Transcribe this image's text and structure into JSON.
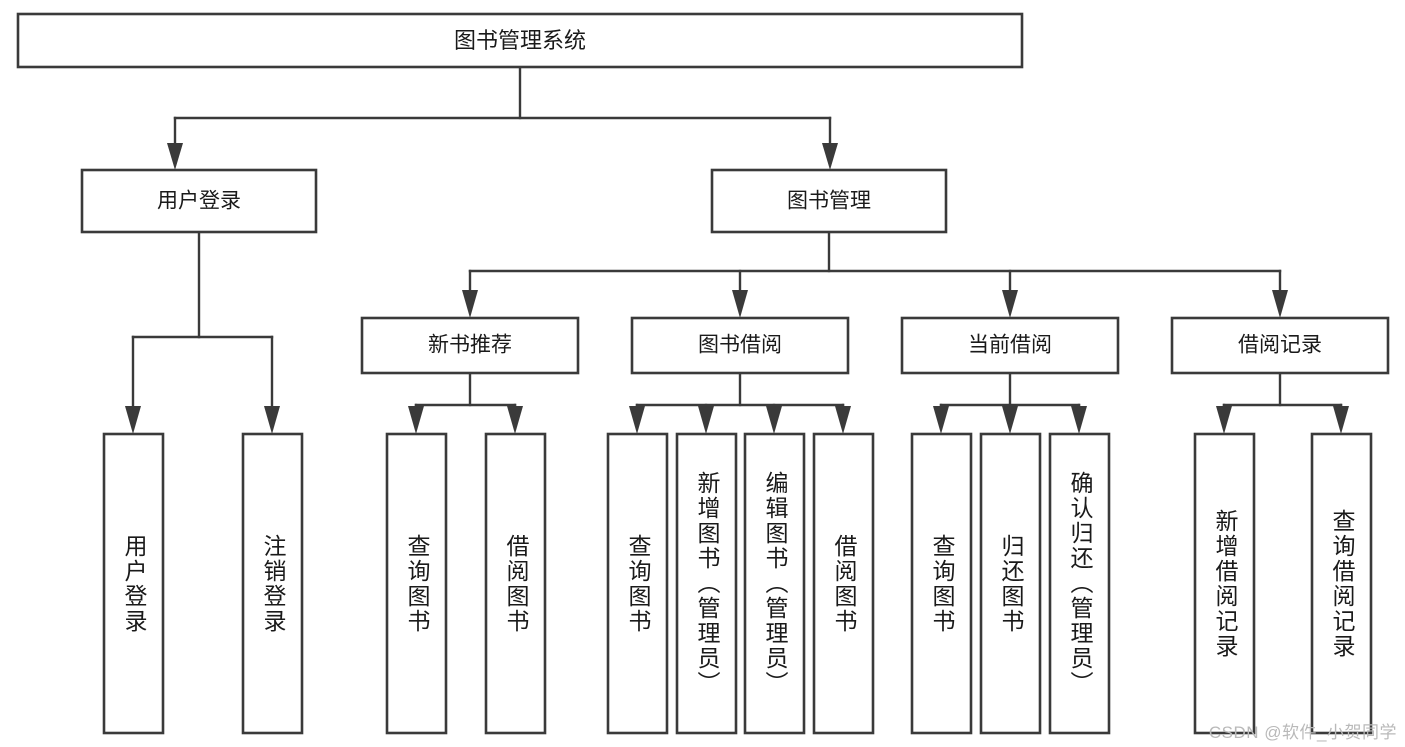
{
  "diagram": {
    "type": "tree-hierarchy",
    "title": "图书管理系统",
    "root": {
      "label": "图书管理系统"
    },
    "level2": [
      {
        "id": "user-login",
        "label": "用户登录"
      },
      {
        "id": "book-manage",
        "label": "图书管理"
      }
    ],
    "level3": [
      {
        "id": "new-book-recommend",
        "label": "新书推荐",
        "parent": "book-manage"
      },
      {
        "id": "book-borrow",
        "label": "图书借阅",
        "parent": "book-manage"
      },
      {
        "id": "current-borrow",
        "label": "当前借阅",
        "parent": "book-manage"
      },
      {
        "id": "borrow-record",
        "label": "借阅记录",
        "parent": "book-manage"
      }
    ],
    "leaves": [
      {
        "id": "leaf-user-login",
        "label": "用户登录",
        "parent": "user-login"
      },
      {
        "id": "leaf-logout-login",
        "label": "注销登录",
        "parent": "user-login"
      },
      {
        "id": "leaf-query-book-1",
        "label": "查询图书",
        "parent": "new-book-recommend"
      },
      {
        "id": "leaf-borrow-book-1",
        "label": "借阅图书",
        "parent": "new-book-recommend"
      },
      {
        "id": "leaf-query-book-2",
        "label": "查询图书",
        "parent": "book-borrow"
      },
      {
        "id": "leaf-add-book",
        "label": "新增图书（管理员）",
        "parent": "book-borrow"
      },
      {
        "id": "leaf-edit-book",
        "label": "编辑图书（管理员）",
        "parent": "book-borrow"
      },
      {
        "id": "leaf-borrow-book-2",
        "label": "借阅图书",
        "parent": "book-borrow"
      },
      {
        "id": "leaf-query-book-3",
        "label": "查询图书",
        "parent": "current-borrow"
      },
      {
        "id": "leaf-return-book",
        "label": "归还图书",
        "parent": "current-borrow"
      },
      {
        "id": "leaf-confirm-return",
        "label": "确认归还（管理员）",
        "parent": "current-borrow"
      },
      {
        "id": "leaf-add-record",
        "label": "新增借阅记录",
        "parent": "borrow-record"
      },
      {
        "id": "leaf-query-record",
        "label": "查询借阅记录",
        "parent": "borrow-record"
      }
    ]
  },
  "watermark": {
    "text": "CSDN @软件_小贺同学"
  },
  "colors": {
    "stroke": "#3a3a3a",
    "box_fill": "#ffffff",
    "text": "#1a1a1a",
    "watermark": "#b9b9b9",
    "background": "#ffffff"
  }
}
